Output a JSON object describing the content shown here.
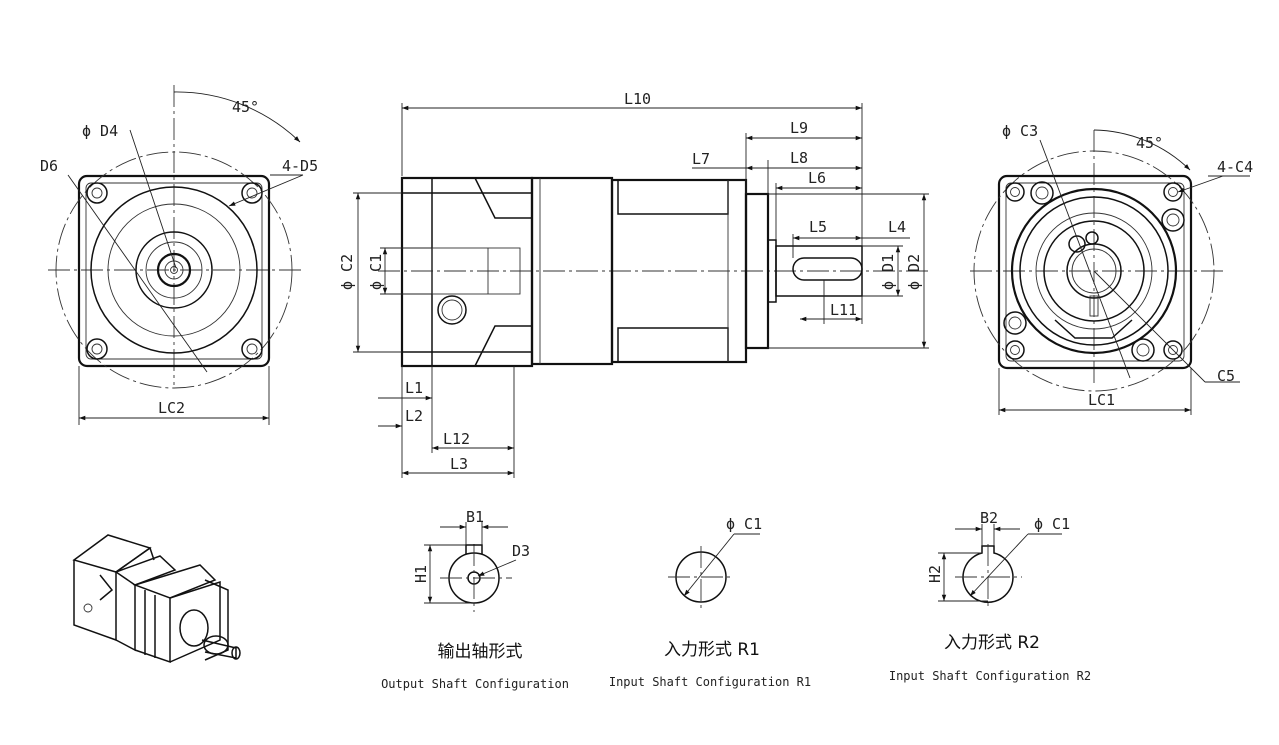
{
  "colors": {
    "line": "#111111",
    "background": "#ffffff"
  },
  "labels": {
    "left": {
      "d4": "ϕ D4",
      "d6": "D6",
      "angle": "45°",
      "holes": "4-D5",
      "lc2": "LC2"
    },
    "side": {
      "l10": "L10",
      "l9": "L9",
      "l7": "L7",
      "l8": "L8",
      "l6": "L6",
      "l5": "L5",
      "l4": "L4",
      "c2": "ϕ C2",
      "c1": "ϕ C1",
      "d1": "ϕ D1",
      "d2": "ϕ D2",
      "l11": "L11",
      "l1": "L1",
      "l2": "L2",
      "l12": "L12",
      "l3": "L3"
    },
    "right": {
      "c3": "ϕ C3",
      "angle": "45°",
      "holes": "4-C4",
      "c5": "C5",
      "lc1": "LC1"
    },
    "sections": {
      "output": {
        "b1": "B1",
        "d3": "D3",
        "h1": "H1"
      },
      "r1": {
        "c1": "ϕ C1"
      },
      "r2": {
        "b2": "B2",
        "c1": "ϕ C1",
        "h2": "H2"
      }
    }
  },
  "captions": {
    "output_cn": "输出轴形式",
    "output_en": "Output Shaft Configuration",
    "r1_cn": "入力形式 R1",
    "r1_en": "Input Shaft Configuration R1",
    "r2_cn": "入力形式 R2",
    "r2_en": "Input Shaft Configuration R2"
  },
  "icons": {
    "iso_view": "gear-reducer-3d-icon"
  }
}
